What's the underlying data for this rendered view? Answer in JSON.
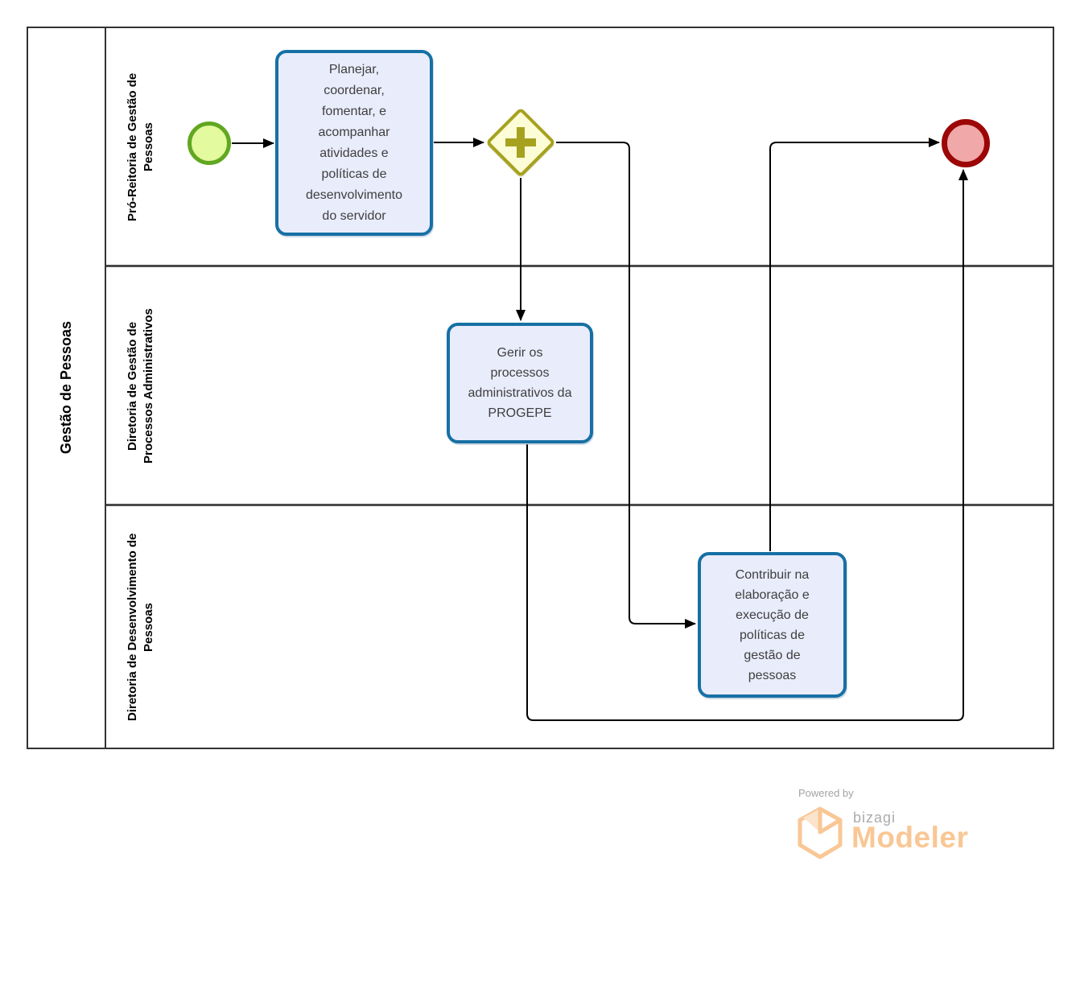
{
  "pool": {
    "label": "Gestão de Pessoas"
  },
  "lanes": [
    {
      "label": "Pró-Reitoria de Gestão de Pessoas"
    },
    {
      "label": "Diretoria de Gestão de Processos Administrativos"
    },
    {
      "label": "Diretoria de Desenvolvimento de Pessoas"
    }
  ],
  "tasks": [
    {
      "label": "Planejar, coordenar, fomentar, e acompanhar atividades e políticas de desenvolvimento do servidor"
    },
    {
      "label": "Gerir os processos administrativos da PROGEPE"
    },
    {
      "label": "Contribuir na elaboração e execução de políticas de gestão de pessoas"
    }
  ],
  "events": {
    "start": {
      "type": "start-event"
    },
    "end": {
      "type": "end-event"
    }
  },
  "gateway": {
    "type": "parallel-gateway",
    "symbol": "plus"
  },
  "footer": {
    "powered_by": "Powered by",
    "brand": "bizagi",
    "product": "Modeler"
  },
  "colors": {
    "task_fill": "#e9ecfb",
    "task_border": "#1670a4",
    "start_fill": "#e3fa9e",
    "start_border": "#61a721",
    "end_fill": "#f0a8a8",
    "end_border": "#9c0606",
    "gateway_fill": "#fcfcd6",
    "gateway_border": "#a6a21f",
    "connector": "#000000",
    "pool_border": "#333333",
    "brand_orange": "#f9c795",
    "brand_gray": "#ababab"
  }
}
